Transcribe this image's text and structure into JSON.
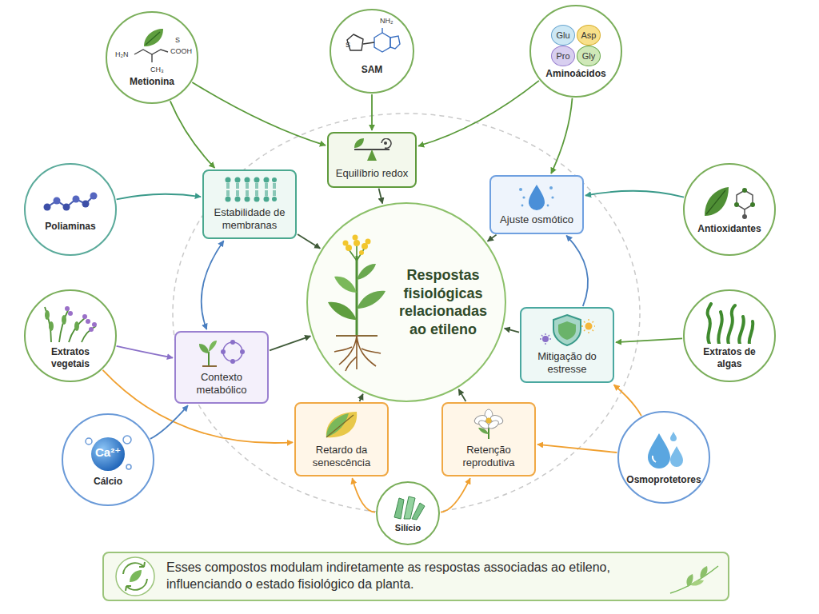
{
  "diagram": {
    "caption": "Esses compostos modulam indiretamente as respostas associadas ao etileno, influenciando o estado fisiológico da planta.",
    "nodes": [
      {
        "text": [
          "Metionina"
        ]
      },
      {
        "text": [
          "SAM"
        ]
      },
      {
        "text": [
          "Aminoácidos"
        ]
      },
      {
        "text": [
          "Equilíbrio redox"
        ]
      },
      {
        "text": [
          "Poliaminas"
        ]
      },
      {
        "text": [
          "Estabilidade de membranas"
        ]
      },
      {
        "text": [
          "Ajuste osmótico"
        ]
      },
      {
        "text": [
          "Antioxidantes"
        ]
      },
      {
        "text": [
          "Respostas fisiológicas relacionadas ao etileno"
        ]
      },
      {
        "text": [
          "Extratos vegetais"
        ]
      },
      {
        "text": [
          "Contexto metabólico"
        ]
      },
      {
        "text": [
          "Mitigação do estresse"
        ]
      },
      {
        "text": [
          "Extratos de algas"
        ]
      },
      {
        "text": [
          "Retardo da senescência"
        ]
      },
      {
        "text": [
          "Retenção reprodutiva"
        ]
      },
      {
        "text": [
          "Cálcio"
        ]
      },
      {
        "text": [
          "Osmoprotetores"
        ]
      },
      {
        "text": [
          "Silício"
        ]
      }
    ],
    "edges": [
      {
        "from": 0,
        "to": 3,
        "arrow": "to"
      },
      {
        "from": 0,
        "to": 5,
        "arrow": "to"
      },
      {
        "from": 1,
        "to": 3,
        "arrow": "to"
      },
      {
        "from": 2,
        "to": 3,
        "arrow": "to"
      },
      {
        "from": 2,
        "to": 6,
        "arrow": "to"
      },
      {
        "from": 4,
        "to": 5,
        "arrow": "to"
      },
      {
        "from": 5,
        "to": 10,
        "arrow": "both"
      },
      {
        "from": 7,
        "to": 6,
        "arrow": "to"
      },
      {
        "from": 11,
        "to": 6,
        "arrow": "to"
      },
      {
        "from": 9,
        "to": 10,
        "arrow": "to"
      },
      {
        "from": 9,
        "to": 13,
        "arrow": "to"
      },
      {
        "from": 12,
        "to": 11,
        "arrow": "to"
      },
      {
        "from": 16,
        "to": 11,
        "arrow": "to"
      },
      {
        "from": 16,
        "to": 14,
        "arrow": "to"
      },
      {
        "from": 15,
        "to": 10,
        "arrow": "to"
      },
      {
        "from": 17,
        "to": 13,
        "arrow": "to"
      },
      {
        "from": 17,
        "to": 14,
        "arrow": "to"
      },
      {
        "from": 3,
        "to": 8,
        "arrow": "to"
      },
      {
        "from": 5,
        "to": 8,
        "arrow": "to"
      },
      {
        "from": 6,
        "to": 8,
        "arrow": "to"
      },
      {
        "from": 10,
        "to": 8,
        "arrow": "to"
      },
      {
        "from": 11,
        "to": 8,
        "arrow": "to"
      },
      {
        "from": 13,
        "to": 8,
        "arrow": "to"
      },
      {
        "from": 14,
        "to": 8,
        "arrow": "to"
      }
    ],
    "labels": [
      "H₂N",
      "COOH",
      "CH₃",
      "S",
      "S",
      "NH₂",
      "Glu",
      "Asp",
      "Pro",
      "Gly",
      "Ca²⁺"
    ]
  }
}
